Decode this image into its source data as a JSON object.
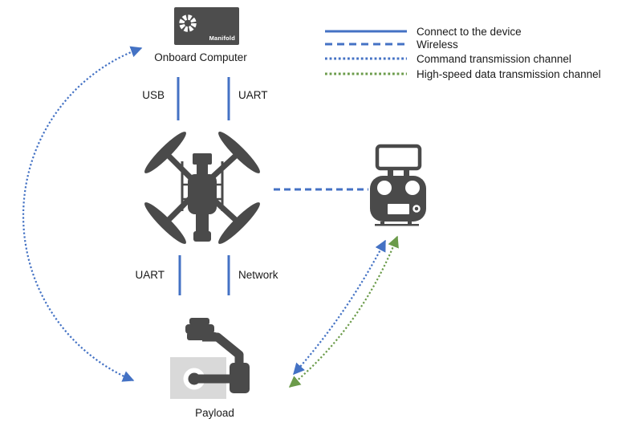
{
  "diagram": {
    "onboard_computer": {
      "label": "Onboard Computer",
      "device_badge": "Manifold"
    },
    "payload": {
      "label": "Payload"
    },
    "links": {
      "computer_usb": "USB",
      "computer_uart": "UART",
      "payload_uart": "UART",
      "payload_network": "Network"
    }
  },
  "legend": {
    "items": [
      {
        "label": "Connect to the device",
        "style": "solid",
        "color": "#4472C4"
      },
      {
        "label": "Wireless",
        "style": "dashed",
        "color": "#4472C4"
      },
      {
        "label": "Command transmission channel",
        "style": "dotted",
        "color": "#4472C4"
      },
      {
        "label": "High-speed data transmission channel",
        "style": "dotted",
        "color": "#6B9B4A"
      }
    ]
  },
  "icons": {
    "onboard_computer": "manifold-computer-icon",
    "aircraft": "quadcopter-icon",
    "remote_controller": "remote-controller-icon",
    "payload": "gimbal-camera-icon"
  },
  "colors": {
    "accent_blue": "#4472C4",
    "accent_green": "#6B9B4A",
    "device_gray": "#4A4A4A",
    "payload_body_gray": "#D9D9D9"
  }
}
